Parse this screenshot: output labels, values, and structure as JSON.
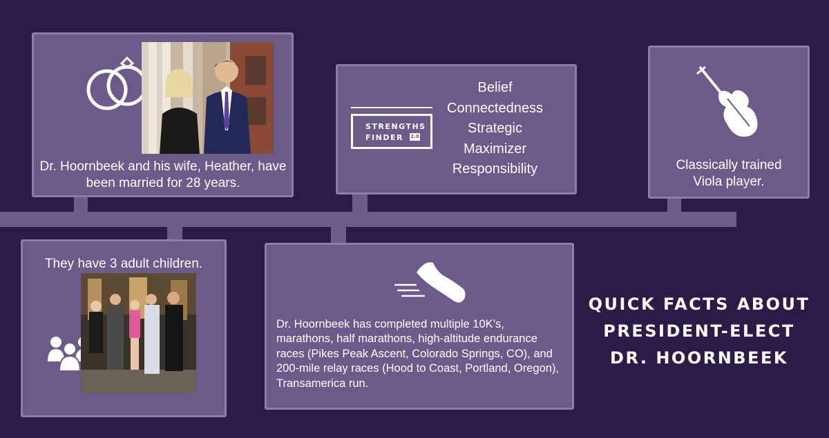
{
  "cards": {
    "marriage": {
      "text": "Dr. Hoornbeek and his wife, Heather, have been married for 28 years."
    },
    "strengths": {
      "logo_line1": "STRENGTHS",
      "logo_line2": "FINDER",
      "logo_badge": "2.0",
      "items": [
        "Belief",
        "Connectedness",
        "Strategic",
        "Maximizer",
        "Responsibility"
      ]
    },
    "viola": {
      "text": "Classically trained Viola player."
    },
    "children": {
      "text": "They have 3 adult children."
    },
    "running": {
      "text": "Dr. Hoornbeek has completed multiple 10K’s, marathons, half marathons, high-altitude endurance races (Pikes Peak Ascent, Colorado Springs, CO), and 200-mile relay races (Hood to Coast, Portland, Oregon), Transamerica run."
    }
  },
  "title": {
    "line1": "QUICK FACTS ABOUT",
    "line2": "PRESIDENT-ELECT",
    "line3": "DR. HOORNBEEK"
  },
  "icons": [
    "wedding-rings-icon",
    "violin-icon",
    "family-icon",
    "running-shoe-icon"
  ],
  "colors": {
    "background": "#2e1a47",
    "card": "#6b5a8a",
    "card_border": "#8c7ea8",
    "timeline": "#6e5c8c"
  }
}
